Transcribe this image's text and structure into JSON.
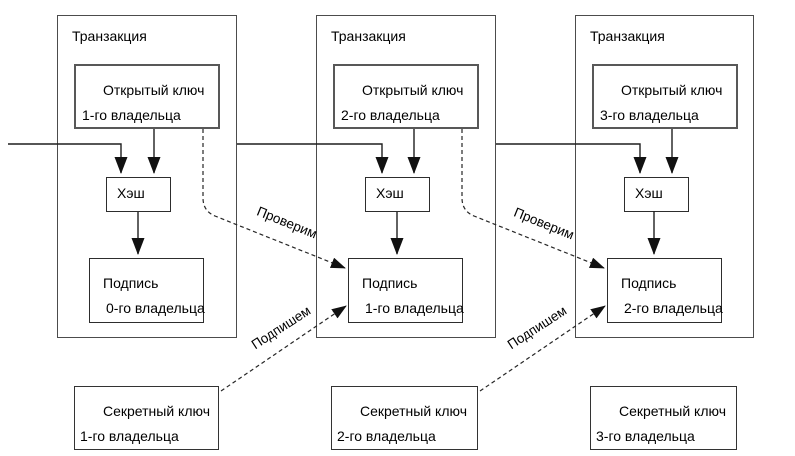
{
  "diagram": {
    "transactions": [
      {
        "label": "Транзакция",
        "public_key": [
          "Открытый ключ",
          "1-го владельца"
        ],
        "hash_label": "Хэш",
        "signature": [
          "Подпись",
          "0-го владельца"
        ]
      },
      {
        "label": "Транзакция",
        "public_key": [
          "Открытый ключ",
          "2-го владельца"
        ],
        "hash_label": "Хэш",
        "signature": [
          "Подпись",
          "1-го владельца"
        ]
      },
      {
        "label": "Транзакция",
        "public_key": [
          "Открытый ключ",
          "3-го владельца"
        ],
        "hash_label": "Хэш",
        "signature": [
          "Подпись",
          "2-го владельца"
        ]
      }
    ],
    "secret_keys": [
      [
        "Секретный ключ",
        "1-го владельца"
      ],
      [
        "Секретный ключ",
        "2-го владельца"
      ],
      [
        "Секретный ключ",
        "3-го владельца"
      ]
    ],
    "arrow_labels": {
      "verify": "Проверим",
      "sign": "Подпишем"
    },
    "colors": {
      "background": "#ffffff",
      "box_border": "#2d2d2d",
      "outer_border": "#4c4c4c",
      "line": "#1e1e1e",
      "text": "#000000"
    }
  }
}
